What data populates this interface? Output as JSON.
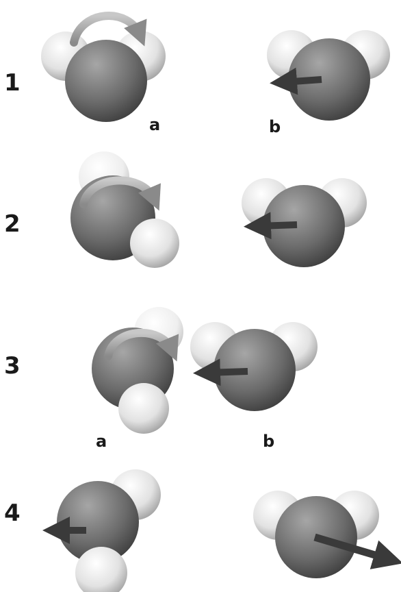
{
  "rows": [
    {
      "number": "1",
      "labels": [
        "a",
        "b"
      ]
    },
    {
      "number": "2",
      "labels": []
    },
    {
      "number": "3",
      "labels": [
        "a",
        "b"
      ]
    },
    {
      "number": "4",
      "labels": []
    }
  ],
  "colors": {
    "oxygen": "#6e6e6e",
    "hydrogen": "#e6e6e6",
    "arrow": "#3c3c3c",
    "rotation_arrow": "#9a9a9a"
  }
}
